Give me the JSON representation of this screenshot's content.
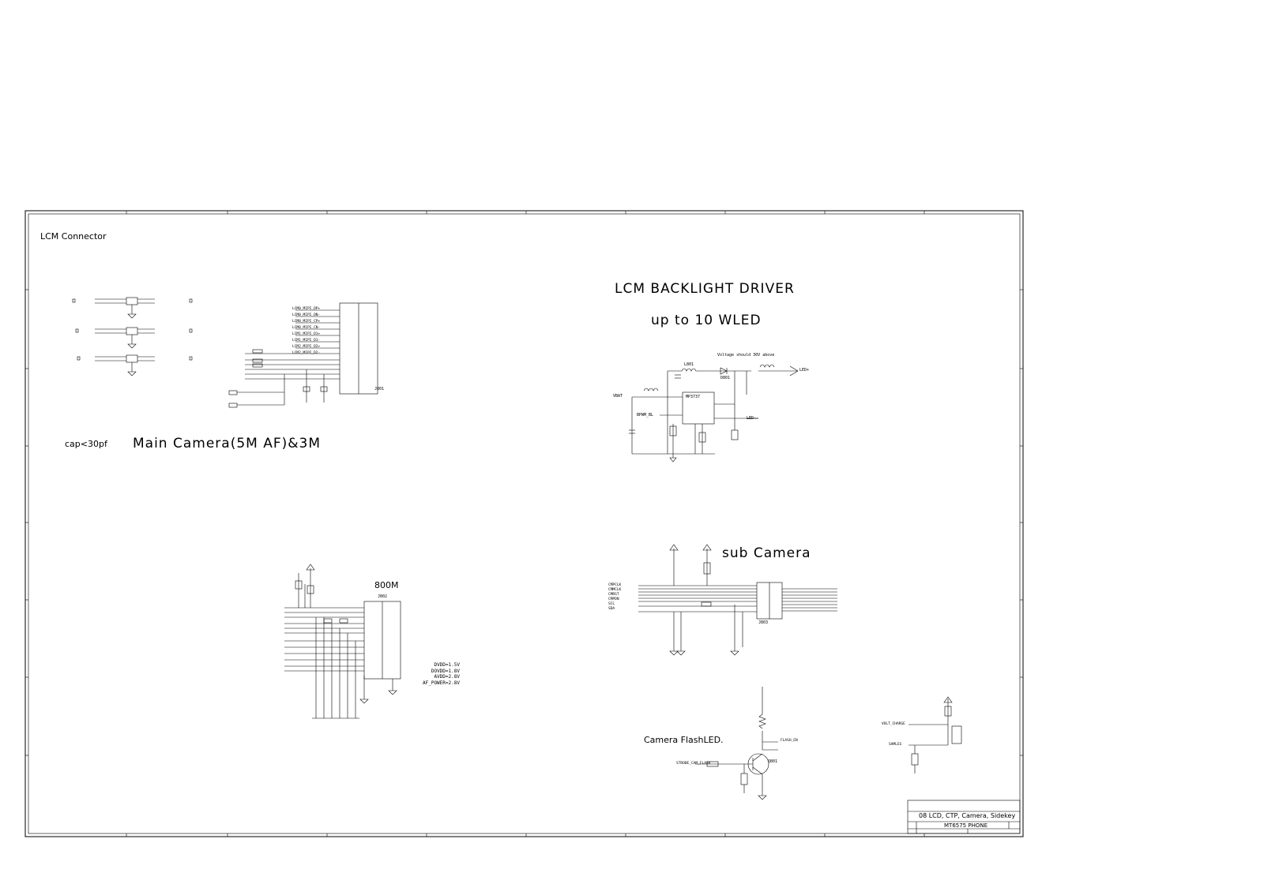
{
  "sheet": {
    "section_titles": {
      "lcm_connector": "LCM Connector",
      "backlight_driver": "LCM BACKLIGHT DRIVER",
      "backlight_sub": "up to 10 WLED",
      "main_camera": "Main Camera(5M AF)&3M",
      "cap_note": "cap<30pf",
      "sub_camera": "sub Camera",
      "flash": "Camera FlashLED.",
      "camera_800m": "800M",
      "voltage_note": "Voltage should 30V above"
    },
    "power_notes": [
      "DVDD=1.5V",
      "DOVDD=1.8V",
      "AVDD=2.8V",
      "AF_POWER=2.8V"
    ],
    "title_block": {
      "sheet_title": "08 LCD, CTP, Camera, Sidekey",
      "project": "MT6575 PHONE"
    },
    "parts": {
      "backlight_ic": "MP3737",
      "backlight_diode": "D801",
      "backlight_inductor": "L801",
      "flash_transistor": "Q801",
      "sub_cam_conn": "J803",
      "lcm_conn": "J801",
      "main_cam_conn": "J802"
    },
    "nets": {
      "lcm": [
        "LCM0_MIPI_DP+",
        "LCM0_MIPI_DN-",
        "LCM0_MIPI_CP+",
        "LCM0_MIPI_CN-",
        "LCM1_MIPI_D1+",
        "LCM1_MIPI_D1-",
        "LCM2_MIPI_D2+",
        "LCM2_MIPI_D2-"
      ],
      "backlight": [
        "VBAT",
        "LED+",
        "LED-",
        "BPWM_BL"
      ],
      "sub_cam": [
        "CMPCLK",
        "CMMCLK",
        "CMRST",
        "CMPDN",
        "SCL",
        "SDA"
      ],
      "flash": [
        "FLASH_EN",
        "STROBE_CAM_FLASH"
      ],
      "sidekey": [
        "VOLT_CHARGE",
        "SAMLES"
      ]
    }
  }
}
